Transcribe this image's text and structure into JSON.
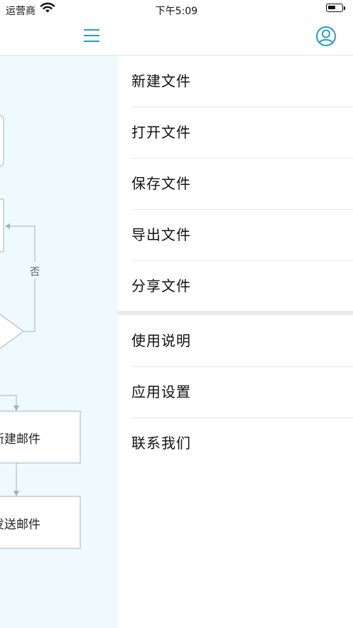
{
  "status_bar": {
    "carrier": "运营商",
    "time": "下午5:09",
    "battery_level": 0.6
  },
  "nav": {
    "menu_icon": "hamburger-icon",
    "user_icon": "user-circle-icon"
  },
  "colors": {
    "accent": "#2b9bc7",
    "canvas_bg": "#eefafd",
    "flow_line": "#a7b1bc",
    "separator": "#e9e9e9"
  },
  "flowchart": {
    "branch_label": "否",
    "node_new_mail": "新建邮件",
    "node_send_mail": "发送邮件"
  },
  "drawer": {
    "file_items": [
      {
        "label": "新建文件"
      },
      {
        "label": "打开文件"
      },
      {
        "label": "保存文件"
      },
      {
        "label": "导出文件"
      },
      {
        "label": "分享文件"
      }
    ],
    "app_items": [
      {
        "label": "使用说明"
      },
      {
        "label": "应用设置"
      },
      {
        "label": "联系我们"
      }
    ]
  }
}
